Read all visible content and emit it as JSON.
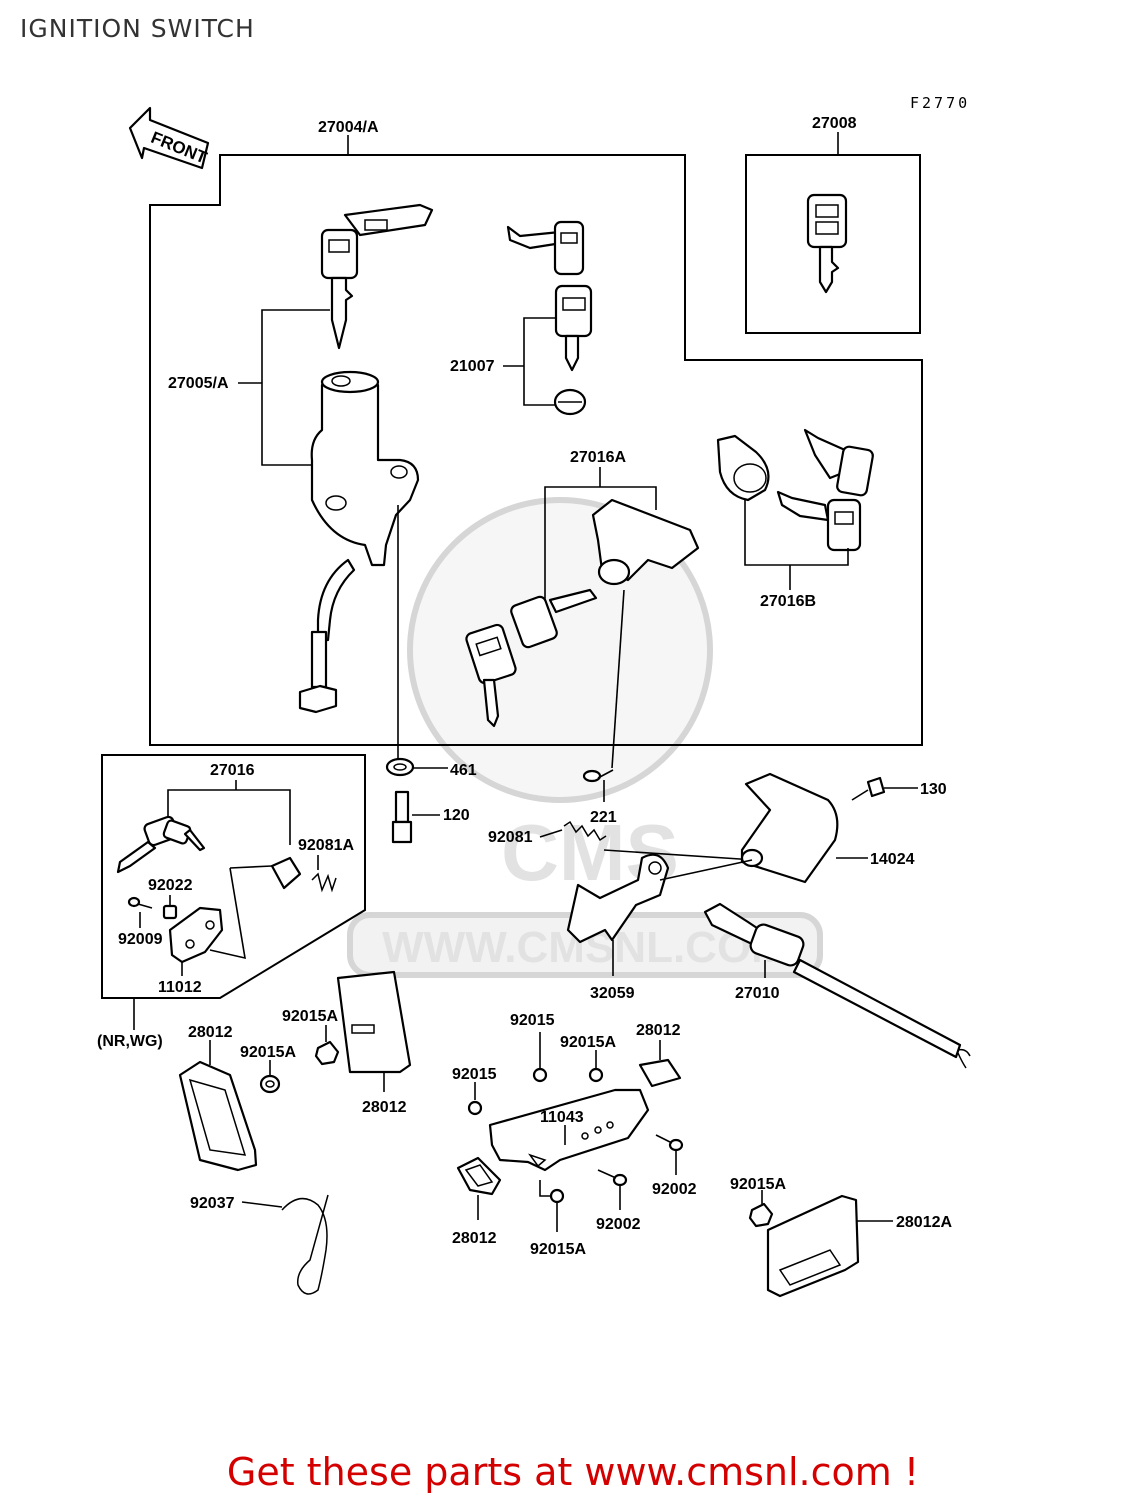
{
  "title": "IGNITION SWITCH",
  "figure_code": "F2770",
  "front_arrow_label": "FRONT",
  "watermark_text": "WWW.CMSNL.COM",
  "watermark_logo_text": "CMS",
  "promo_text": "Get these parts at www.cmsnl.com !",
  "colors": {
    "promo": "#d40000",
    "title": "#333333",
    "watermark": "#e6e6e6"
  },
  "parts": {
    "p27004A": "27004/A",
    "p27008": "27008",
    "p27005A": "27005/A",
    "p21007": "21007",
    "p27016A": "27016A",
    "p27016B": "27016B",
    "p27016": "27016",
    "p92081A": "92081A",
    "p92022": "92022",
    "p92009": "92009",
    "p11012": "11012",
    "pNRWG": "(NR,WG)",
    "p461": "461",
    "p120": "120",
    "p221": "221",
    "p92081": "92081",
    "p130": "130",
    "p14024": "14024",
    "p32059": "32059",
    "p27010": "27010",
    "p28012_a": "28012",
    "p92015A_a": "92015A",
    "p92015A_b": "92015A",
    "p28012_b": "28012",
    "p92015_a": "92015",
    "p92015A_c": "92015A",
    "p28012_c": "28012",
    "p92015_b": "92015",
    "p11043": "11043",
    "p92002_a": "92002",
    "p92002_b": "92002",
    "p92015A_d": "92015A",
    "p28012_d": "28012",
    "p92015A_e": "92015A",
    "p28012A": "28012A",
    "p92037": "92037"
  }
}
